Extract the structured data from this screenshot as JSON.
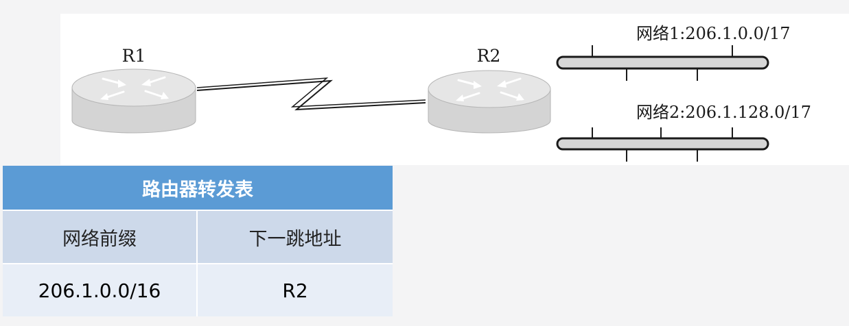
{
  "routers": {
    "r1": {
      "label": "R1"
    },
    "r2": {
      "label": "R2"
    }
  },
  "networks": [
    {
      "label": "网络1:206.1.0.0/17"
    },
    {
      "label": "网络2:206.1.128.0/17"
    }
  ],
  "table": {
    "title": "路由器转发表",
    "headers": [
      "网络前缀",
      "下一跳地址"
    ],
    "rows": [
      {
        "prefix": "206.1.0.0/16",
        "next_hop": "R2"
      }
    ]
  },
  "colors": {
    "table_title_bg": "#5b9bd5",
    "table_header_bg": "#cdd9ea",
    "table_row_bg": "#e8eef7",
    "router_fill": "#e2e2e2",
    "lan_bar_fill": "#d6d6d6"
  }
}
